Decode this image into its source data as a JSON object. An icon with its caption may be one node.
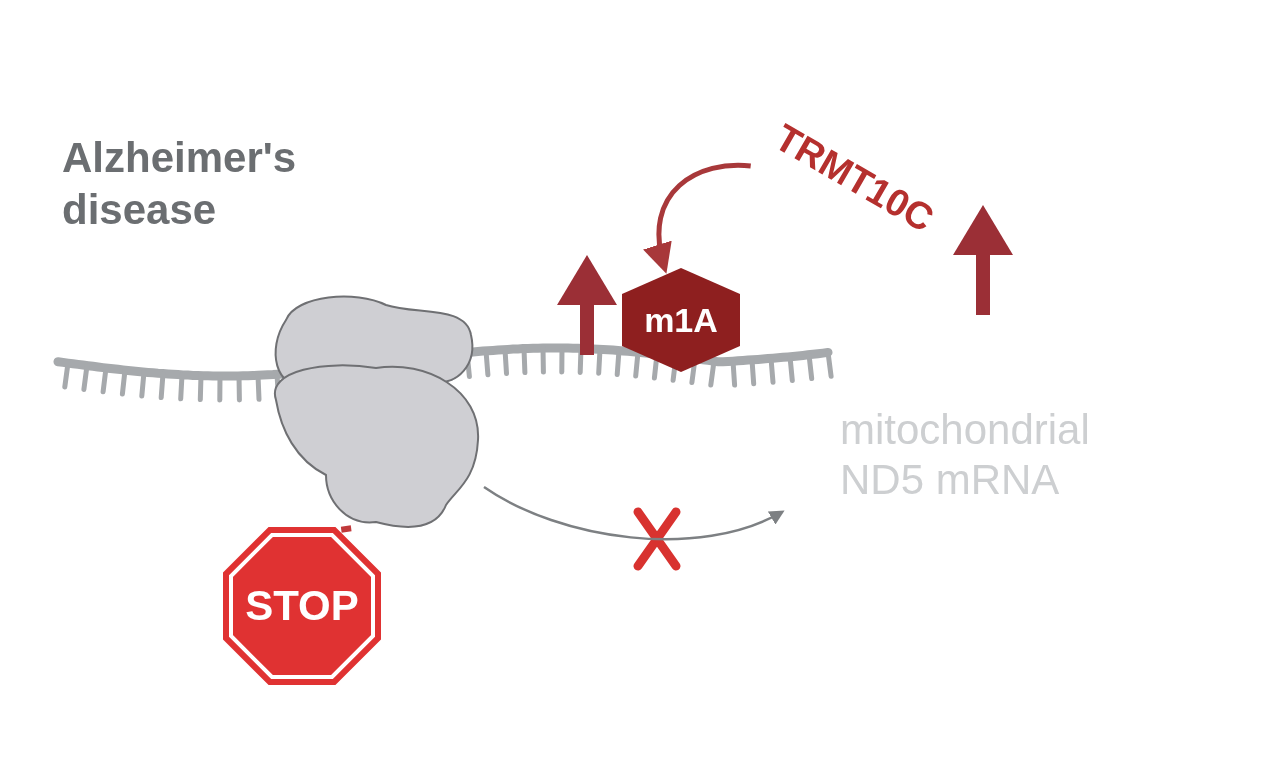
{
  "diagram": {
    "nodes": [
      {
        "text": [
          "TRMT10C"
        ]
      },
      {
        "text": [
          "m1A"
        ]
      },
      {
        "text": [],
        "shape": "picture"
      },
      {
        "text": [
          "STOP"
        ]
      }
    ],
    "edges": [
      {
        "from": 0,
        "to": 1,
        "arrow": "to",
        "color": "#a8383a"
      },
      {
        "from": 3,
        "to": 2,
        "arrow": "none",
        "style": "thick",
        "color": "#c0393b"
      },
      {
        "from": 2,
        "to": null,
        "arrow": "to"
      }
    ],
    "labels": [
      "Alzheimer's disease",
      "mitochondrial ND5 mRNA"
    ]
  }
}
